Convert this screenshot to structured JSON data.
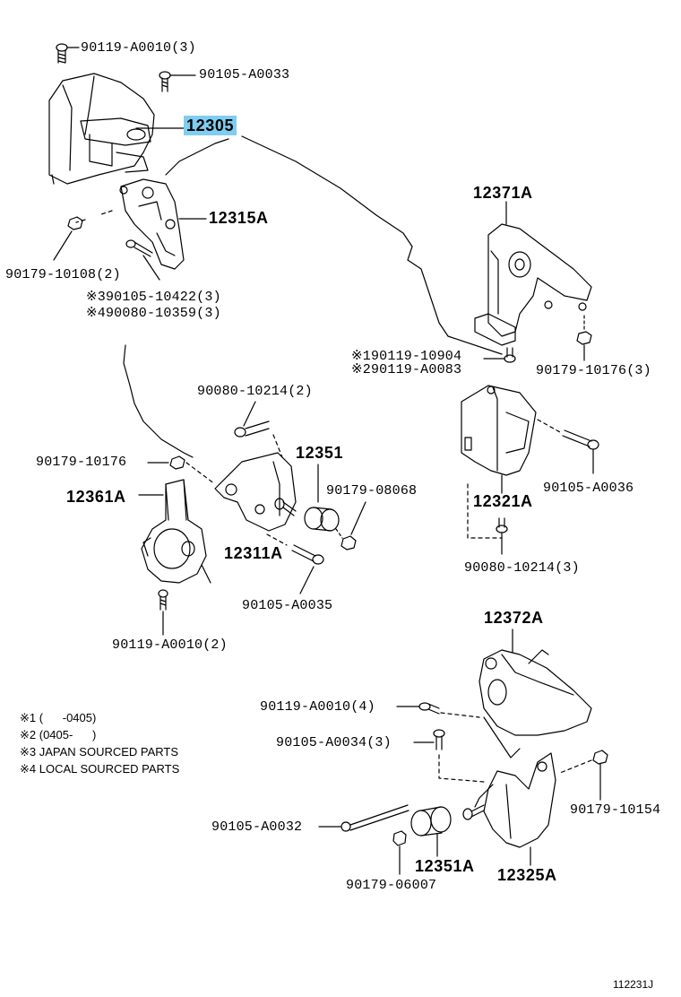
{
  "labels": {
    "p1": "90119-A0010(3)",
    "p2": "90105-A0033",
    "p3": "12305",
    "p4": "12315A",
    "p5": "90179-10108(2)",
    "p6": "※390105-10422(3)",
    "p7": "※490080-10359(3)",
    "p8": "12371A",
    "p9": "※190119-10904",
    "p10": "※290119-A0083",
    "p11": "90179-10176(3)",
    "p12": "90080-10214(2)",
    "p13": "90179-10176",
    "p14": "12351",
    "p15": "12361A",
    "p16": "90179-08068",
    "p17": "12311A",
    "p18": "90105-A0036",
    "p19": "12321A",
    "p20": "90080-10214(3)",
    "p21": "90105-A0035",
    "p22": "90119-A0010(2)",
    "p23": "12372A",
    "p24": "90119-A0010(4)",
    "p25": "90105-A0034(3)",
    "p26": "90179-10154",
    "p27": "90105-A0032",
    "p28": "12351A",
    "p29": "12325A",
    "p30": "90179-06007"
  },
  "notes": [
    "※1 (      -0405)",
    "※2 (0405-      )",
    "※3 JAPAN SOURCED PARTS",
    "※4 LOCAL SOURCED PARTS"
  ],
  "reference": "112231J",
  "highlight_color": "#7fcdf0"
}
